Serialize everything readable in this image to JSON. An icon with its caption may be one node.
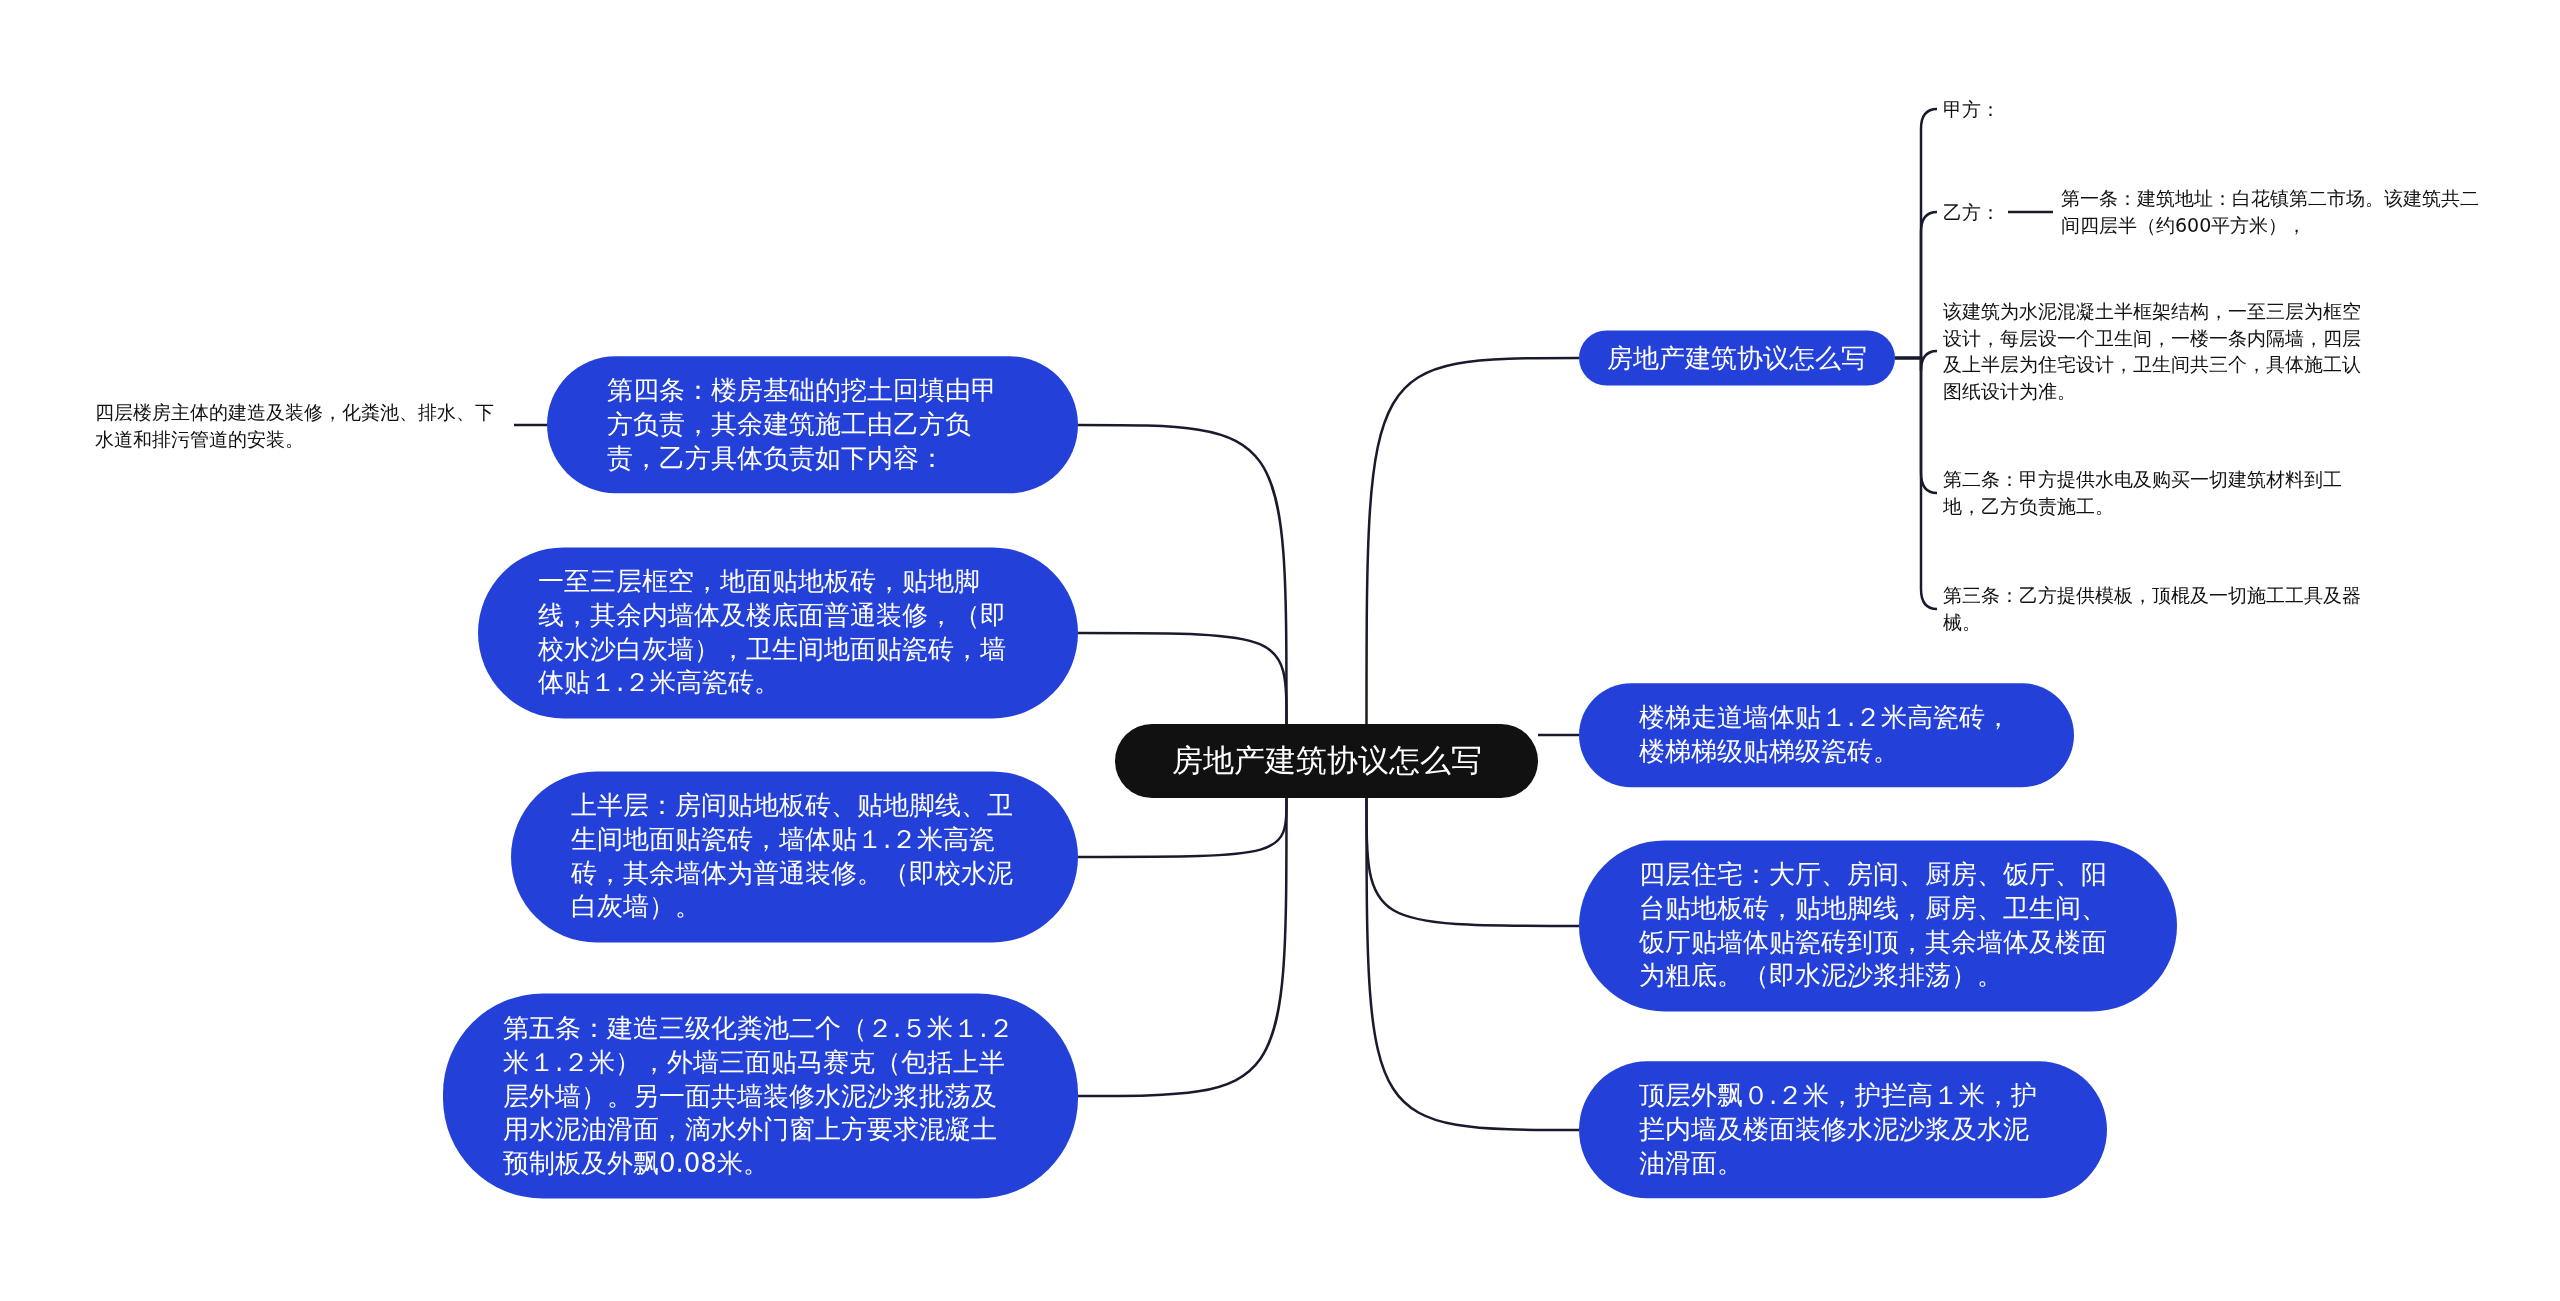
{
  "diagram": {
    "nodes": [
      {
        "text": [
          "房地产建筑协议怎么写"
        ]
      },
      {
        "text": [
          "第四条：楼房基础的挖土回填由甲方负责，其余建筑施工由乙方负责，乙方具体负责如下内容："
        ]
      },
      {
        "text": [
          "四层楼房主体的建造及装修，化粪池、排水、下水道和排污管道的安装。"
        ]
      },
      {
        "text": [
          "一至三层框空，地面贴地板砖，贴地脚线，其余内墙体及楼底面普通装修，（即校水沙白灰墙），卫生间地面贴瓷砖，墙体贴１.２米高瓷砖。"
        ]
      },
      {
        "text": [
          "上半层：房间贴地板砖、贴地脚线、卫生间地面贴瓷砖，墙体贴１.２米高瓷砖，其余墙体为普通装修。（即校水泥白灰墙）。"
        ]
      },
      {
        "text": [
          "第五条：建造三级化粪池二个（２.５米１.２米１.２米），外墙三面贴马赛克（包括上半层外墙）。另一面共墙装修水泥沙浆批荡及用水泥油滑面，滴水外门窗上方要求混凝土预制板及外飘0.08米。"
        ]
      },
      {
        "text": [
          "房地产建筑协议怎么写"
        ]
      },
      {
        "text": [
          "甲方："
        ]
      },
      {
        "text": [
          "乙方："
        ]
      },
      {
        "text": [
          "第一条：建筑地址：白花镇第二市场。该建筑共二间四层半（约600平方米），"
        ]
      },
      {
        "text": [
          "该建筑为水泥混凝土半框架结构，一至三层为框空设计，每层设一个卫生间，一楼一条内隔墙，四层及上半层为住宅设计，卫生间共三个，具体施工认图纸设计为准。"
        ]
      },
      {
        "text": [
          "第二条：甲方提供水电及购买一切建筑材料到工地，乙方负责施工。"
        ]
      },
      {
        "text": [
          "第三条：乙方提供模板，顶棍及一切施工工具及器械。"
        ]
      },
      {
        "text": [
          "楼梯走道墙体贴１.２米高瓷砖，楼梯梯级贴梯级瓷砖。"
        ]
      },
      {
        "text": [
          "四层住宅：大厅、房间、厨房、饭厅、阳台贴地板砖，贴地脚线，厨房、卫生间、饭厅贴墙体贴瓷砖到顶，其余墙体及楼面为粗底。（即水泥沙浆排荡）。"
        ]
      },
      {
        "text": [
          "顶层外飘０.２米，护拦高１米，护拦内墙及楼面装修水泥沙浆及水泥油滑面。"
        ]
      }
    ],
    "edges": [
      {
        "from": 0,
        "to": 1,
        "arrow": "none"
      },
      {
        "from": 1,
        "to": 2,
        "arrow": "none"
      },
      {
        "from": 0,
        "to": 3,
        "arrow": "none"
      },
      {
        "from": 0,
        "to": 4,
        "arrow": "none"
      },
      {
        "from": 0,
        "to": 5,
        "arrow": "none"
      },
      {
        "from": 0,
        "to": 6,
        "arrow": "none"
      },
      {
        "from": 6,
        "to": 7,
        "arrow": "none"
      },
      {
        "from": 6,
        "to": 8,
        "arrow": "none"
      },
      {
        "from": 8,
        "to": 9,
        "arrow": "none"
      },
      {
        "from": 6,
        "to": 10,
        "arrow": "none"
      },
      {
        "from": 6,
        "to": 11,
        "arrow": "none"
      },
      {
        "from": 6,
        "to": 12,
        "arrow": "none"
      },
      {
        "from": 0,
        "to": 13,
        "arrow": "none"
      },
      {
        "from": 0,
        "to": 14,
        "arrow": "none"
      },
      {
        "from": 0,
        "to": 15,
        "arrow": "none"
      }
    ]
  }
}
